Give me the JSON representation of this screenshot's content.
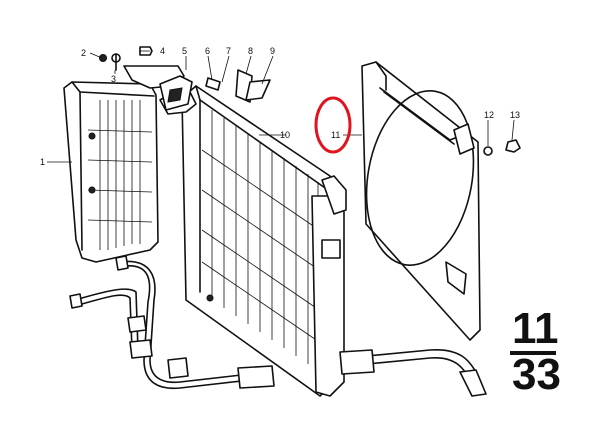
{
  "callouts": [
    {
      "num": "1",
      "text": "1"
    },
    {
      "num": "2",
      "text": "2"
    },
    {
      "num": "3",
      "text": "3"
    },
    {
      "num": "4",
      "text": "4"
    },
    {
      "num": "5",
      "text": "5"
    },
    {
      "num": "6",
      "text": "6"
    },
    {
      "num": "7",
      "text": "7"
    },
    {
      "num": "8",
      "text": "8"
    },
    {
      "num": "9",
      "text": "9"
    },
    {
      "num": "10",
      "text": "10"
    },
    {
      "num": "11",
      "text": "11"
    },
    {
      "num": "12",
      "text": "12"
    },
    {
      "num": "13",
      "text": "13"
    }
  ],
  "group_number": {
    "top": "11",
    "bottom": "33"
  },
  "highlight": {
    "color": "#e0141e",
    "target": "11"
  }
}
